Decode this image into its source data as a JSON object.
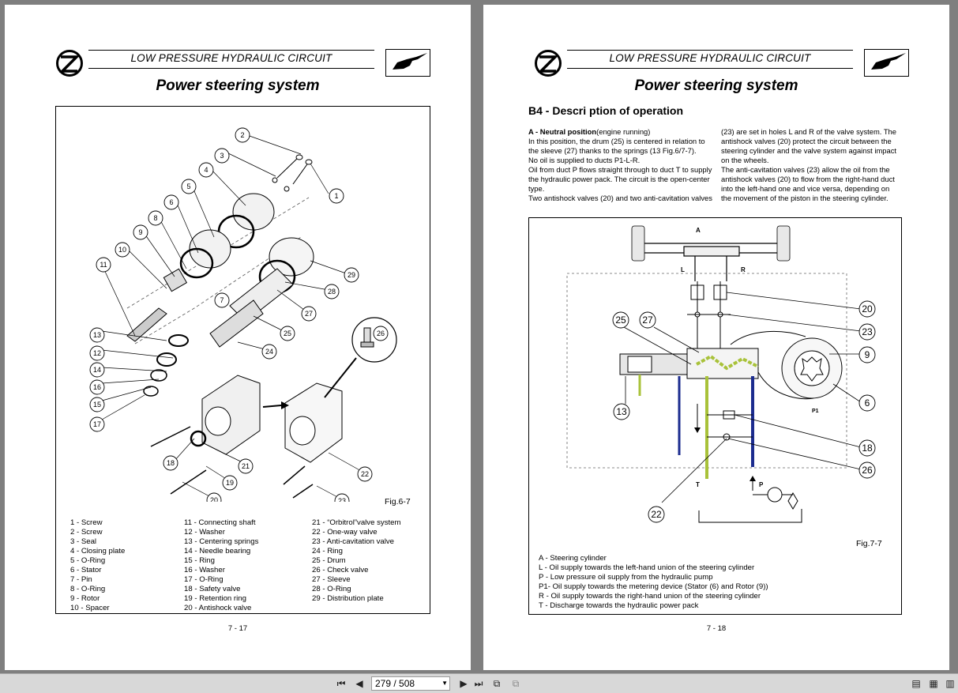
{
  "header": {
    "circuit_title": "LOW PRESSURE HYDRAULIC CIRCUIT",
    "page_title": "Power steering system"
  },
  "left_page": {
    "figure_label": "Fig.6-7",
    "callouts": [
      "1",
      "2",
      "3",
      "4",
      "5",
      "6",
      "7",
      "8",
      "9",
      "10",
      "11",
      "12",
      "13",
      "14",
      "15",
      "16",
      "17",
      "18",
      "19",
      "20",
      "21",
      "22",
      "23",
      "24",
      "25",
      "26",
      "27",
      "28",
      "29"
    ],
    "legend_col1": [
      "1 - Screw",
      "2 - Screw",
      "3 - Seal",
      "4 - Closing plate",
      "5 - O-Ring",
      "6 - Stator",
      "7 - Pin",
      "8 - O-Ring",
      "9 - Rotor",
      "10 - Spacer"
    ],
    "legend_col2": [
      "11 - Connecting shaft",
      "12 - Washer",
      "13 - Centering springs",
      "14 - Needle bearing",
      "15 - Ring",
      "16 - Washer",
      "17 - O-Ring",
      "18 - Safety valve",
      "19 - Retention ring",
      "20 - Antishock valve"
    ],
    "legend_col3": [
      "21 - “Orbitrol”valve system",
      "22 - One-way valve",
      "23 - Anti-cavitation valve",
      "24 - Ring",
      "25 - Drum",
      "26 - Check valve",
      "27 - Sleeve",
      "28 - O-Ring",
      "29 - Distribution plate"
    ],
    "page_number": "7 - 17"
  },
  "right_page": {
    "section_title": "B4 - Descri ption of operation",
    "desc_col1": [
      {
        "bold": "A - Neutral position",
        "text": "(engine running)"
      },
      {
        "bold": "",
        "text": "In this position, the drum (25) is centered in relation to"
      },
      {
        "bold": "",
        "text": "the sleeve (27) thanks to the springs (13 Fig.6/7-7)."
      },
      {
        "bold": "",
        "text": "No oil is supplied to ducts P1-L-R."
      },
      {
        "bold": "",
        "text": "Oil from duct P flows straight through to duct T to supply"
      },
      {
        "bold": "",
        "text": "the hydraulic power pack. The circuit is the open-center"
      },
      {
        "bold": "",
        "text": "type."
      },
      {
        "bold": "",
        "text": "Two antishock valves (20) and two anti-cavitation valves"
      }
    ],
    "desc_col2": [
      "(23) are set in holes L and R of the valve system. The",
      "antishock valves (20) protect the circuit between the",
      "steering cylinder and the valve system against impact",
      "on the wheels.",
      "The anti-cavitation valves (23) allow the oil from the",
      "antishock valves (20) to flow from the right-hand duct",
      "into the left-hand one and vice versa, depending on",
      "the movement of the piston in the steering cylinder."
    ],
    "diagram_letters": {
      "A": "A",
      "L": "L",
      "R": "R",
      "P1": "P1",
      "T": "T",
      "P": "P"
    },
    "callouts": [
      "20",
      "23",
      "9",
      "6",
      "18",
      "26",
      "25",
      "27",
      "13",
      "22"
    ],
    "figure_label": "Fig.7-7",
    "legend": [
      "A  -  Steering cylinder",
      "L  -  Oil supply towards the left-hand union of the steering cylinder",
      "P  -  Low pressure oil supply from the hydraulic pump",
      "P1-  Oil supply towards the metering device (Stator (6) and Rotor (9))",
      "R  -  Oil supply towards the right-hand union of the steering cylinder",
      "T  -  Discharge towards the hydraulic power pack"
    ],
    "page_number": "7 - 18"
  },
  "toolbar": {
    "page_indicator": "279 / 508",
    "colors": {
      "oil_yellow": "#a9c23a",
      "oil_blue": "#1c2c8f"
    }
  }
}
